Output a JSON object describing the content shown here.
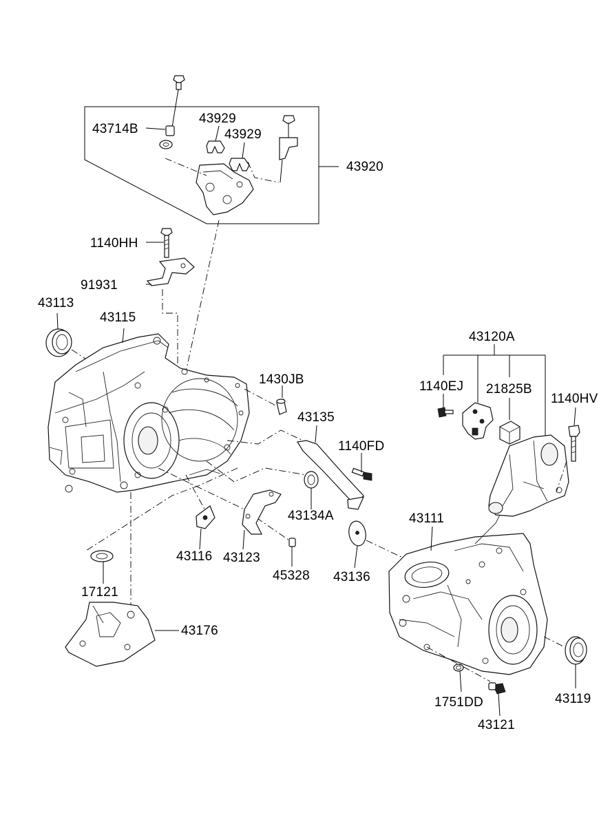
{
  "diagram": {
    "labels": {
      "p43714B": "43714B",
      "p43929a": "43929",
      "p43929b": "43929",
      "p43920": "43920",
      "p1140HH": "1140HH",
      "p91931": "91931",
      "p43113": "43113",
      "p43115": "43115",
      "p1430JB": "1430JB",
      "p43135": "43135",
      "p1140FD": "1140FD",
      "p43134A": "43134A",
      "p43116": "43116",
      "p43123": "43123",
      "p45328": "45328",
      "p43136": "43136",
      "p17121": "17121",
      "p43176": "43176",
      "p43120A": "43120A",
      "p1140EJ": "1140EJ",
      "p21825B": "21825B",
      "p1140HV": "1140HV",
      "p43111": "43111",
      "p43119": "43119",
      "p1751DD": "1751DD",
      "p43121": "43121"
    }
  }
}
